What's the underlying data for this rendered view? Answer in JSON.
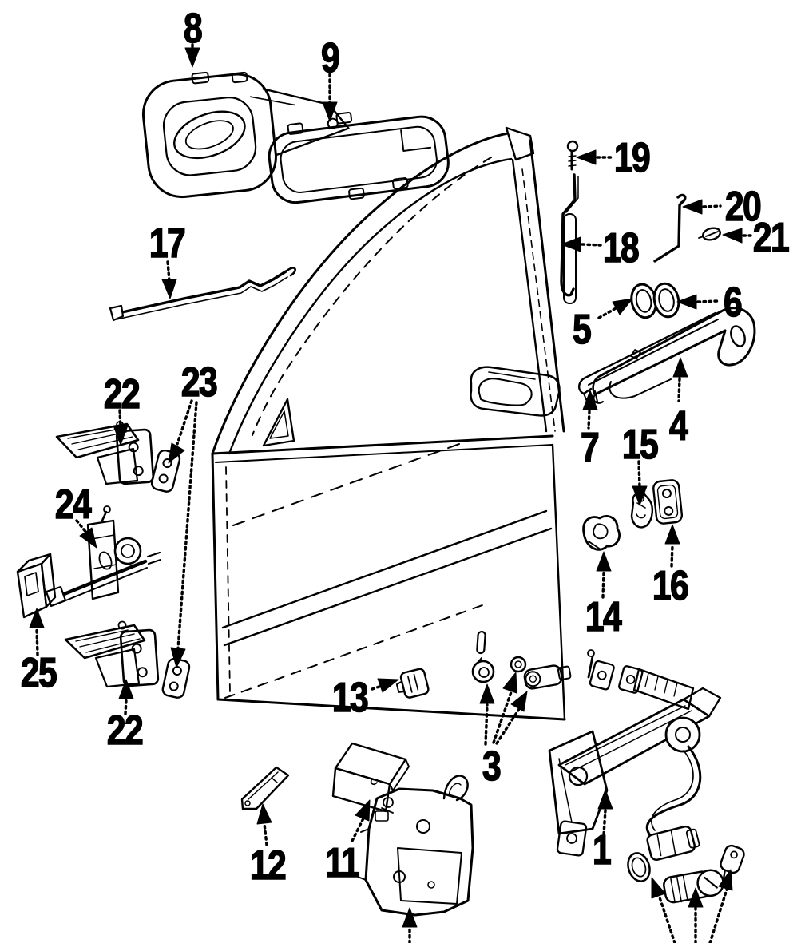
{
  "figure": {
    "type": "exploded-parts-diagram",
    "subject": "front-door-lock-and-hardware",
    "background_color": "#ffffff",
    "line_color": "#000000",
    "callouts": [
      {
        "label": "8"
      },
      {
        "label": "9"
      },
      {
        "label": "17"
      },
      {
        "label": "19"
      },
      {
        "label": "18"
      },
      {
        "label": "20"
      },
      {
        "label": "21"
      },
      {
        "label": "5"
      },
      {
        "label": "6"
      },
      {
        "label": "7"
      },
      {
        "label": "4"
      },
      {
        "label": "22"
      },
      {
        "label": "23"
      },
      {
        "label": "24"
      },
      {
        "label": "25"
      },
      {
        "label": "22"
      },
      {
        "label": "15"
      },
      {
        "label": "16"
      },
      {
        "label": "14"
      },
      {
        "label": "13"
      },
      {
        "label": "3"
      },
      {
        "label": "12"
      },
      {
        "label": "11"
      },
      {
        "label": "1"
      }
    ]
  }
}
